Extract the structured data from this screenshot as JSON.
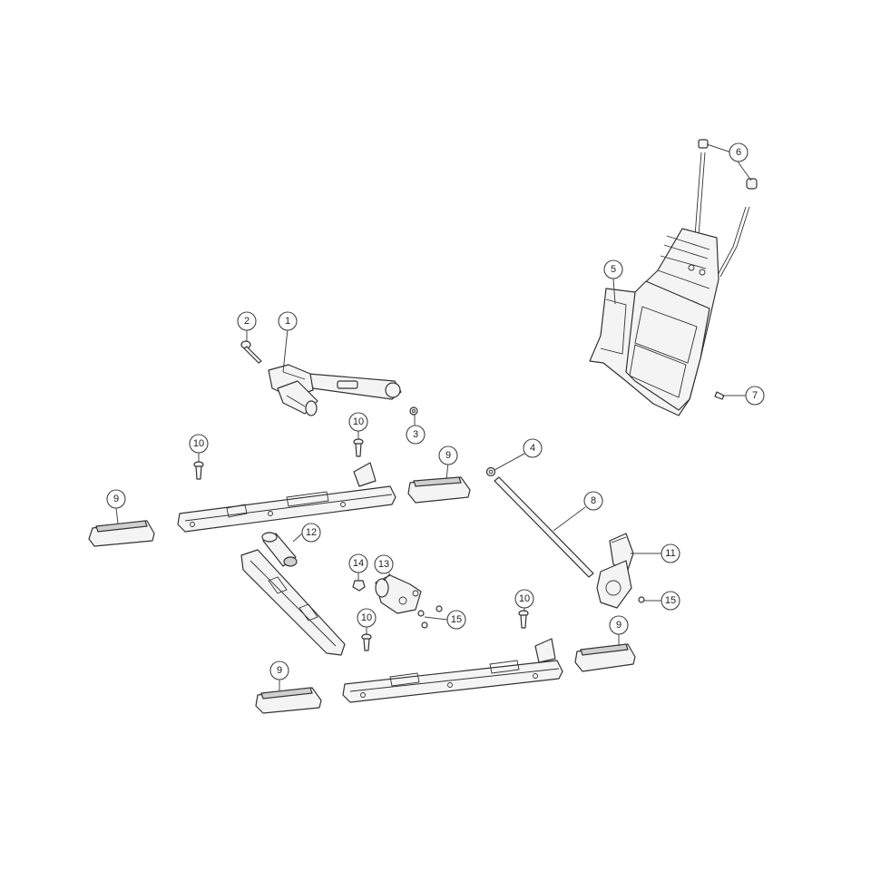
{
  "callouts": {
    "c1": "1",
    "c2": "2",
    "c3": "3",
    "c4": "4",
    "c5": "5",
    "c6": "6",
    "c7": "7",
    "c8": "8",
    "c9a": "9",
    "c9b": "9",
    "c9c": "9",
    "c9d": "9",
    "c10a": "10",
    "c10b": "10",
    "c10c": "10",
    "c10d": "10",
    "c11": "11",
    "c12": "12",
    "c13": "13",
    "c14": "14",
    "c15a": "15",
    "c15b": "15"
  },
  "colors": {
    "line": "#333333",
    "part_fill": "#f4f4f4",
    "background": "#ffffff"
  }
}
